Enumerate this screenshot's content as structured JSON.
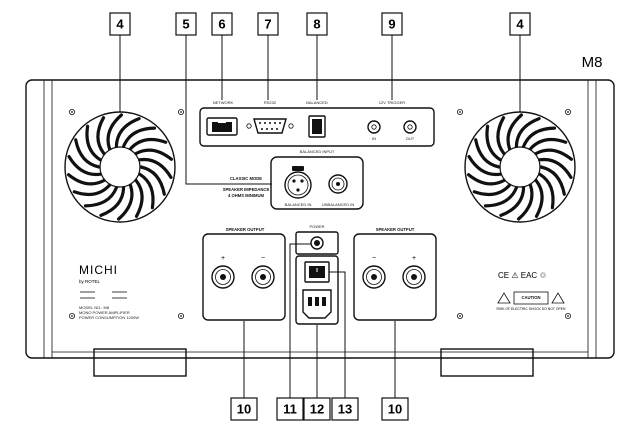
{
  "model_label": "M8",
  "callouts": {
    "c4_left": "4",
    "c5": "5",
    "c6": "6",
    "c7": "7",
    "c8": "8",
    "c9": "9",
    "c4_right": "4",
    "c10_left": "10",
    "c11": "11",
    "c12": "12",
    "c13": "13",
    "c10_right": "10"
  },
  "panel_labels": {
    "network": "NETWORK",
    "rs232": "RS232",
    "balanced_top": "BALANCED",
    "trigger": "12V TRIGGER",
    "trigger_in": "IN",
    "trigger_out": "OUT",
    "balanced_input": "BALANCED INPUT",
    "classic_mode": "CLASSIC MODE",
    "speaker_impedance": "SPEAKER IMPEDANCE",
    "ohms_min": "4 OHMS MINIMUM",
    "xlr_label": "BALANCED IN",
    "unbal_label": "UNBALANCED IN",
    "power_label": "POWER",
    "speaker_out_left": "SPEAKER OUTPUT",
    "speaker_out_right": "SPEAKER OUTPUT",
    "plus": "+",
    "minus": "−"
  },
  "branding": {
    "michi": "MICHI",
    "by_rotel": "by ROTEL",
    "model_line": "MODEL NO.: M8",
    "product_line": "MONO POWER AMPLIFIER",
    "power_line": "POWER CONSUMPTION 1200W",
    "caution": "CAUTION",
    "caution_text": "RISK OF ELECTRIC SHOCK DO NOT OPEN",
    "cert_marks": "CE ⚠ EAC ♲"
  }
}
